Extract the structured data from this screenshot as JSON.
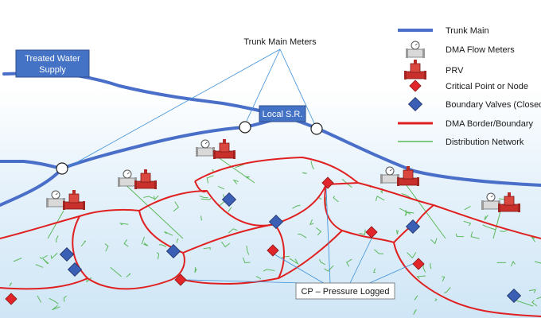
{
  "labels": {
    "treated_water_supply_line1": "Treated Water",
    "treated_water_supply_line2": "Supply",
    "local_sr": "Local S.R.",
    "trunk_main_meters": "Trunk Main Meters",
    "cp_pressure_logged": "CP – Pressure Logged"
  },
  "legend": [
    {
      "key": "trunk_main",
      "label": "Trunk Main"
    },
    {
      "key": "dma_flow_meters",
      "label": "DMA Flow Meters"
    },
    {
      "key": "prv",
      "label": "PRV"
    },
    {
      "key": "critical_point",
      "label": "Critical Point or Node"
    },
    {
      "key": "boundary_valves",
      "label": "Boundary Valves (Closed)"
    },
    {
      "key": "dma_border",
      "label": "DMA Border/Boundary"
    },
    {
      "key": "distribution_network",
      "label": "Distribution Network"
    }
  ],
  "colors": {
    "trunk_main": "#4a6fc9",
    "dma_border": "#e02020",
    "distribution": "#5cb85c",
    "critical_point": "#e0262a",
    "boundary_valve": "#3a5fb5",
    "label_box": "#4472c4",
    "callout_line": "#3b8fd8",
    "prv_red": "#c9302c"
  },
  "icons": {
    "dma_flow_meter": "flow-meter-icon",
    "prv": "prv-icon",
    "trunk_meter": "trunk-meter-icon",
    "critical_point": "critical-point-icon",
    "boundary_valve": "boundary-valve-icon"
  }
}
